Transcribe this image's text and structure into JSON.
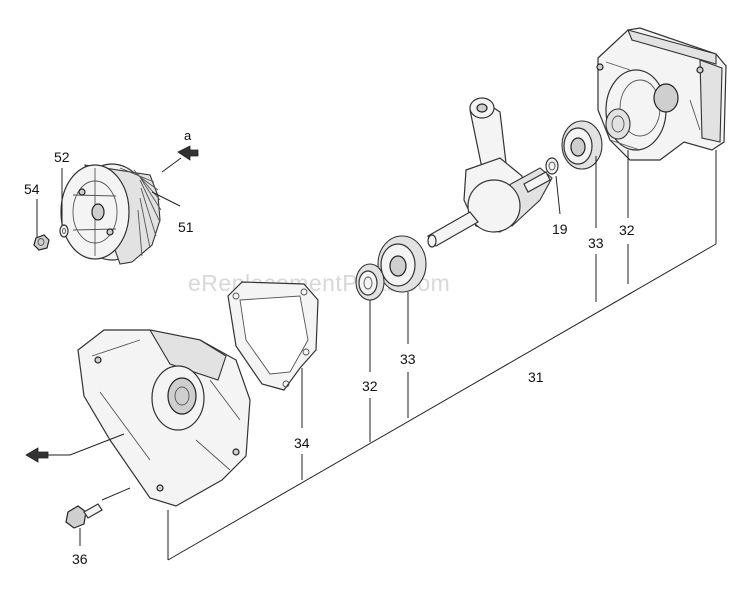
{
  "watermark": "eReplacementParts.com",
  "callouts": {
    "c54": "54",
    "c52": "52",
    "c51": "51",
    "arrow_a": "a",
    "c19": "19",
    "c33_right": "33",
    "c32_right": "32",
    "c33_mid": "33",
    "c32_mid": "32",
    "c34": "34",
    "c31": "31",
    "c36": "36"
  },
  "colors": {
    "line": "#222222",
    "watermark": "#d8d8d8",
    "arrow": "#333333"
  }
}
